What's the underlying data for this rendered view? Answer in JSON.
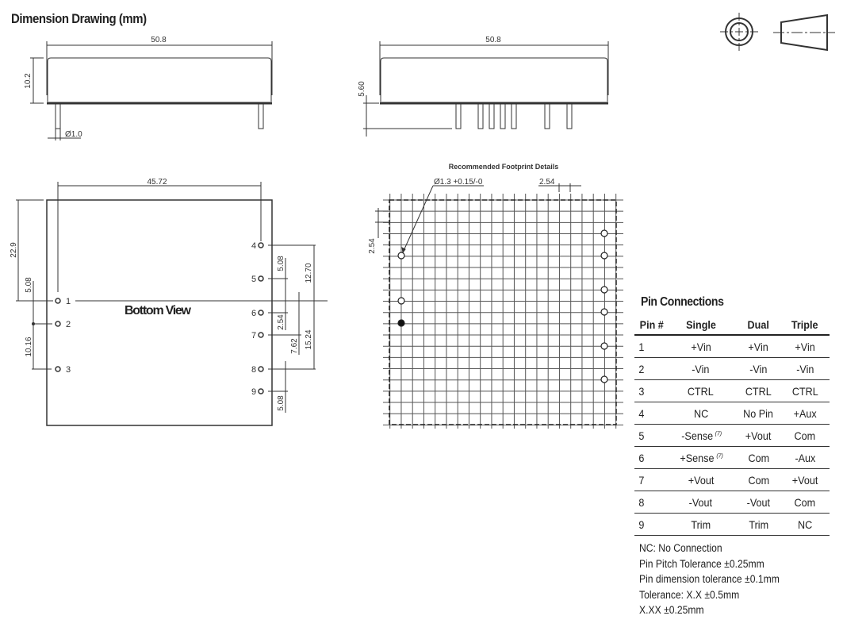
{
  "title": "Dimension Drawing (mm)",
  "side_view_left": {
    "length": "50.8",
    "height": "10.2",
    "pin_diameter": "Ø1.0"
  },
  "side_view_right": {
    "length": "50.8",
    "standoff": "5.60"
  },
  "bottom_view": {
    "label": "Bottom View",
    "pin_span": "45.72",
    "top_to_pin1": "22.9",
    "left_5_08": "5.08",
    "pin1_to_pin3": "10.16",
    "right_5_08_top": "5.08",
    "dim_12_70": "12.70",
    "dim_2_54": "2.54",
    "dim_7_62": "7.62",
    "dim_15_24": "15.24",
    "right_5_08_bottom": "5.08",
    "pin_labels": [
      "1",
      "2",
      "3",
      "4",
      "5",
      "6",
      "7",
      "8",
      "9"
    ]
  },
  "footprint": {
    "title": "Recommended Footprint Details",
    "hole": "Ø1.3 +0.15/-0",
    "pitch_h": "2.54",
    "pitch_v": "2.54"
  },
  "pin_connections": {
    "title": "Pin Connections",
    "headers": [
      "Pin #",
      "Single",
      "Dual",
      "Triple"
    ],
    "rows": [
      [
        {
          "t": "1"
        },
        {
          "t": "+Vin"
        },
        {
          "t": "+Vin"
        },
        {
          "t": "+Vin"
        }
      ],
      [
        {
          "t": "2"
        },
        {
          "t": "-Vin"
        },
        {
          "t": "-Vin"
        },
        {
          "t": "-Vin"
        }
      ],
      [
        {
          "t": "3"
        },
        {
          "t": "CTRL"
        },
        {
          "t": "CTRL"
        },
        {
          "t": "CTRL"
        }
      ],
      [
        {
          "t": "4"
        },
        {
          "t": "NC"
        },
        {
          "t": "No Pin"
        },
        {
          "t": "+Aux"
        }
      ],
      [
        {
          "t": "5"
        },
        {
          "t": "-Sense",
          "sup": "(7)"
        },
        {
          "t": "+Vout"
        },
        {
          "t": "Com"
        }
      ],
      [
        {
          "t": "6"
        },
        {
          "t": "+Sense",
          "sup": "(7)"
        },
        {
          "t": "Com"
        },
        {
          "t": "-Aux"
        }
      ],
      [
        {
          "t": "7"
        },
        {
          "t": "+Vout"
        },
        {
          "t": "Com"
        },
        {
          "t": "+Vout"
        }
      ],
      [
        {
          "t": "8"
        },
        {
          "t": "-Vout"
        },
        {
          "t": "-Vout"
        },
        {
          "t": "Com"
        }
      ],
      [
        {
          "t": "9"
        },
        {
          "t": "Trim"
        },
        {
          "t": "Trim"
        },
        {
          "t": "NC"
        }
      ]
    ]
  },
  "notes": [
    "NC: No Connection",
    "Pin Pitch Tolerance ±0.25mm",
    "Pin dimension tolerance ±0.1mm",
    "Tolerance: X.X ±0.5mm",
    "X.XX ±0.25mm"
  ]
}
